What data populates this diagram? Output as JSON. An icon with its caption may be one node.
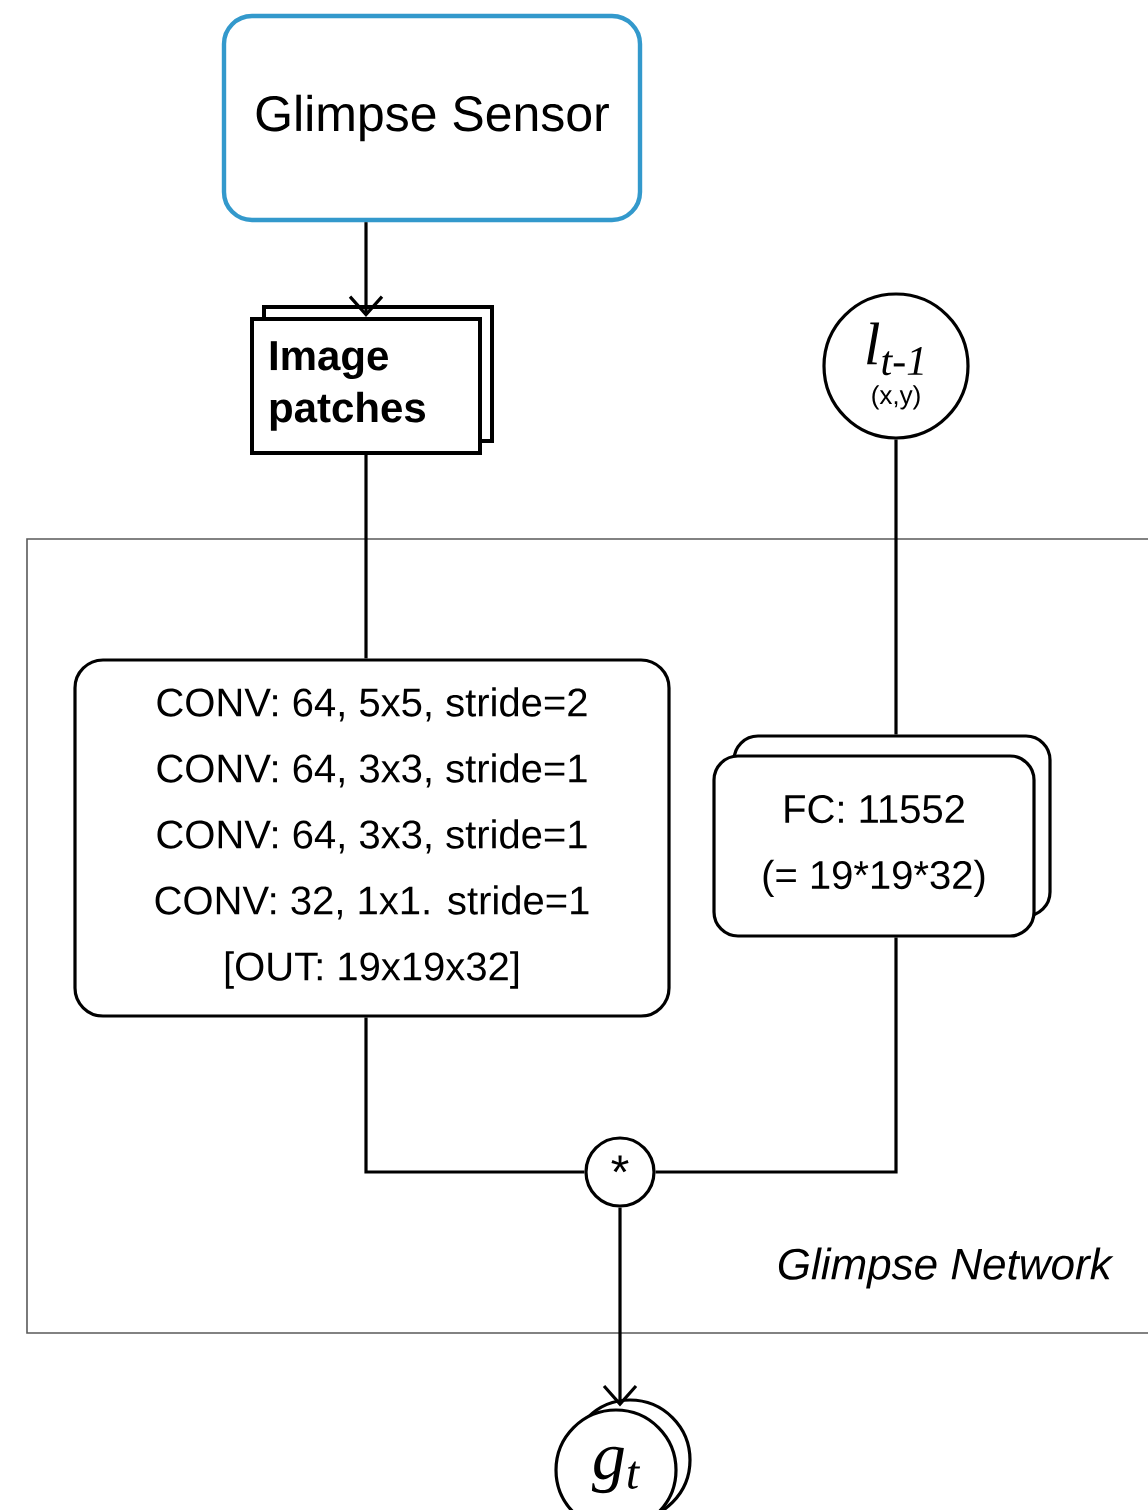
{
  "diagram": {
    "nodes": [
      {
        "text": [
          "Glimpse Sensor"
        ]
      },
      {
        "text": [
          "Image patches"
        ]
      },
      {
        "text": [
          "l$_{t-1}$",
          "(x,y)"
        ]
      },
      {
        "text": [
          "Glimpse Network"
        ]
      },
      {
        "text": [
          "CONV: 64, 5x5, stride=2",
          "CONV: 64, 3x3, stride=1",
          "CONV: 64, 3x3, stride=1",
          "CONV: 32, 1x1. stride=1",
          "[OUT: 19x19x32]"
        ],
        "in": 3
      },
      {
        "text": [
          "FC: 11552",
          "(= 19*19*32)"
        ],
        "in": 3
      },
      {
        "text": [
          "*"
        ],
        "in": 3
      },
      {
        "text": [
          "g$_{t}$"
        ]
      }
    ],
    "edges": [
      {
        "from": 0,
        "to": 1,
        "arrow": "to"
      },
      {
        "from": 1,
        "to": 4,
        "arrow": "none"
      },
      {
        "from": 2,
        "to": 5,
        "arrow": "none"
      },
      {
        "from": 4,
        "to": 6,
        "arrow": "none"
      },
      {
        "from": 5,
        "to": 6,
        "arrow": "none"
      },
      {
        "from": 6,
        "to": 7,
        "arrow": "to"
      }
    ]
  }
}
